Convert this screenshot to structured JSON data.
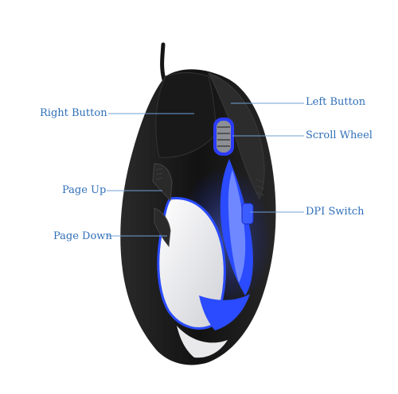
{
  "callouts": {
    "right_button": "Right Button",
    "left_button": "Left Button",
    "scroll_wheel": "Scroll Wheel",
    "page_up": "Page Up",
    "dpi_switch": "DPI Switch",
    "page_down": "Page Down"
  },
  "colors": {
    "label_text": "#2f6fb8",
    "leader_line": "#6f9fd6",
    "mouse_body": "#1b1b1b",
    "led_blue": "#2a4bff",
    "side_panel": "#e9e9ec"
  },
  "icons": {
    "product": "gaming-mouse"
  }
}
